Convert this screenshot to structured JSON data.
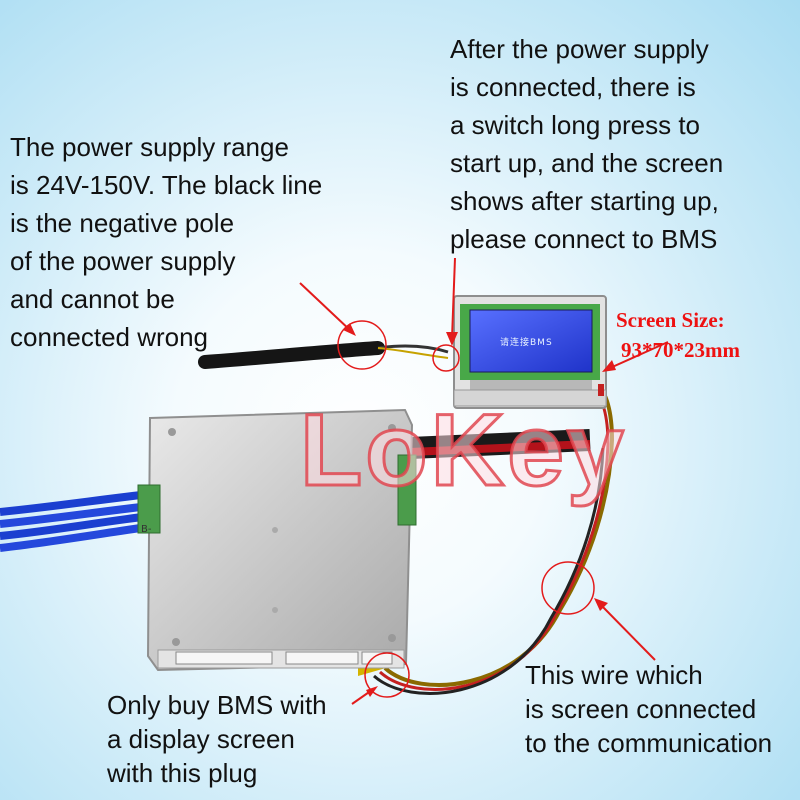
{
  "annotations": {
    "power_range": [
      "The power supply range",
      "is 24V-150V. The black line",
      "is the negative pole",
      "of the power supply",
      "and cannot be",
      "connected wrong"
    ],
    "power_switch": [
      "After the power supply",
      "is connected, there is",
      "a switch long press to",
      "start up, and the screen",
      "shows after starting up,",
      "please connect to BMS"
    ],
    "screen_size": {
      "label": "Screen Size:",
      "value": "93*70*23mm"
    },
    "buy_note": [
      "Only buy BMS with",
      "a display screen",
      "with this plug"
    ],
    "wire_note": [
      "This wire which",
      "is screen connected",
      "to the communication"
    ]
  },
  "lcd": {
    "text": "请连接BMS"
  },
  "watermark": "LoKey",
  "board_label": "B-",
  "colors": {
    "annotation_text": "#111111",
    "screen_size_text": "#ee1111",
    "marker_red": "#e31b1b",
    "lcd_blue": "#2f46e8",
    "watermark_outline": "#e14650"
  }
}
